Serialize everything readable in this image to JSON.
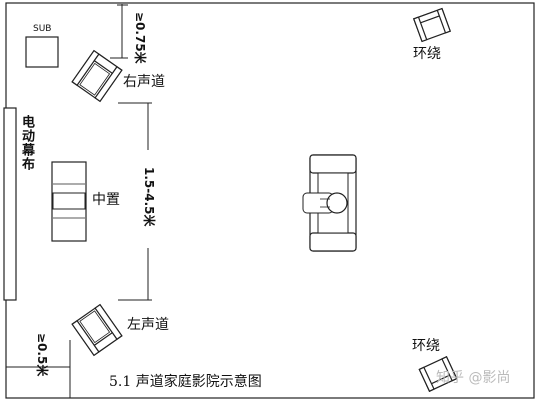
{
  "room": {
    "caption": "5.1 声道家庭影院示意图",
    "watermark": "知乎 @影尚"
  },
  "equipment": {
    "sub_label": "SUB",
    "screen_label": "电动幕布",
    "center_label": "中置",
    "right_front_label": "右声道",
    "left_front_label": "左声道",
    "surround_top_label": "环绕",
    "surround_bottom_label": "环绕"
  },
  "dimensions": {
    "speaker_clearance": "≥0.75米",
    "front_spacing": "1.5-4.5米",
    "side_clearance": "≥0.5米"
  }
}
